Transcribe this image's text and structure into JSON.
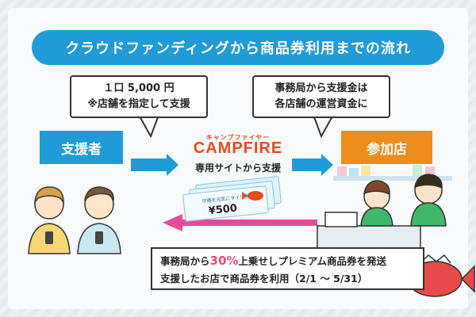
{
  "title": "クラウドファンディングから商品券利用までの流れ",
  "bubble_left": {
    "line1": "１口 5,000 円",
    "line2": "※店舗を指定して支援"
  },
  "bubble_right": {
    "line1": "事務局から支援金は",
    "line2": "各店舗の運営資金に"
  },
  "supporter_label": "支援者",
  "store_label": "参加店",
  "campfire": {
    "kana": "キャンプファイヤー",
    "logo": "CAMPFIRE",
    "caption": "専用サイトから支援"
  },
  "voucher": {
    "top": "守備を元気にタイ！券",
    "amount": "¥500"
  },
  "bottom": {
    "line1_pre": "事務局から",
    "line1_highlight": "30%",
    "line1_post": "上乗せしプレミアム商品券を発送",
    "line2": "支援したお店で商品券を利用（2/1 ～ 5/31）"
  },
  "colors": {
    "blue": "#1f9bd7",
    "orange": "#f08c1c",
    "pink": "#e84a9a",
    "campfire": "#e84a1c"
  }
}
